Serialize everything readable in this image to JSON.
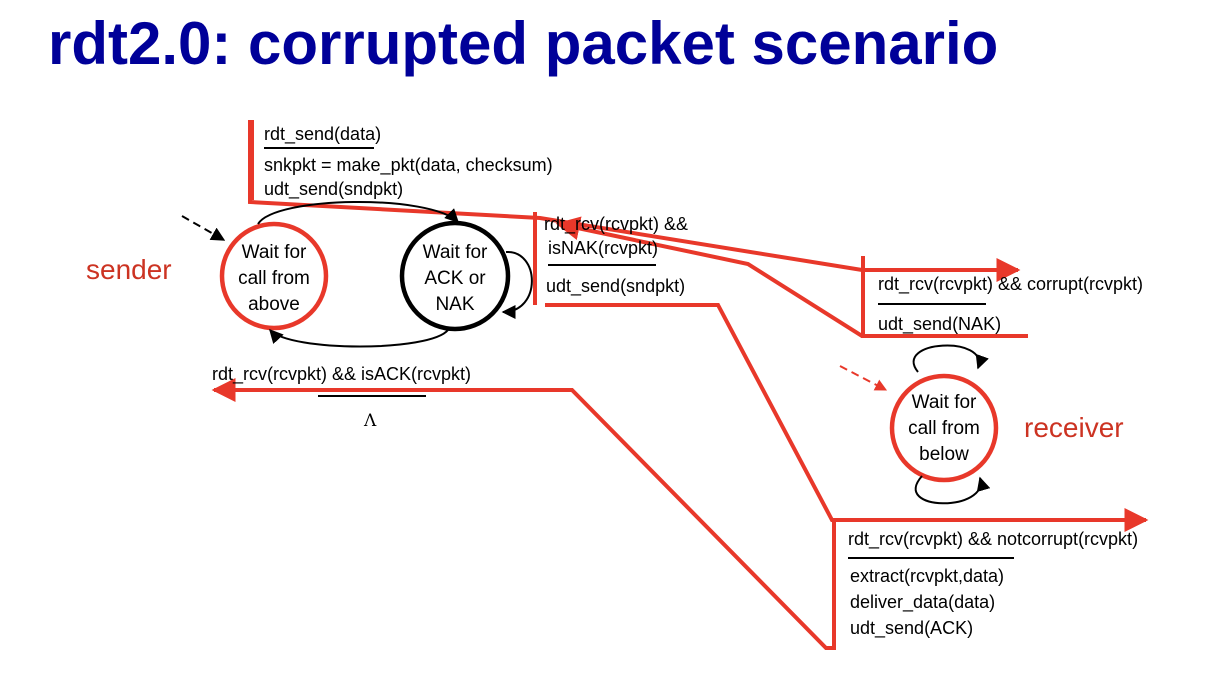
{
  "title": "rdt2.0: corrupted packet scenario",
  "colors": {
    "title": "#000099",
    "highlight": "#e8382a",
    "role_label": "#cc3322",
    "line": "#000000"
  },
  "roles": {
    "sender": "sender",
    "receiver": "receiver"
  },
  "states": {
    "sender_wait_call": [
      "Wait for",
      "call from",
      "above"
    ],
    "sender_wait_ack": [
      "Wait for",
      "ACK or",
      "NAK"
    ],
    "receiver_wait_call": [
      "Wait for",
      "call from",
      "below"
    ]
  },
  "transitions": {
    "send_data": {
      "event": "rdt_send(data)",
      "actions": [
        "snkpkt = make_pkt(data, checksum)",
        "udt_send(sndpkt)"
      ]
    },
    "nak_resend": {
      "event": [
        "rdt_rcv(rcvpkt) &&",
        "isNAK(rcvpkt)"
      ],
      "actions": [
        "udt_send(sndpkt)"
      ]
    },
    "ack_received": {
      "event": "rdt_rcv(rcvpkt) && isACK(rcvpkt)",
      "actions": [
        "Λ"
      ]
    },
    "receiver_corrupt": {
      "event": "rdt_rcv(rcvpkt) && corrupt(rcvpkt)",
      "actions": [
        "udt_send(NAK)"
      ]
    },
    "receiver_notcorrupt": {
      "event": "rdt_rcv(rcvpkt) &&  notcorrupt(rcvpkt)",
      "actions": [
        "extract(rcvpkt,data)",
        "deliver_data(data)",
        "udt_send(ACK)"
      ]
    }
  }
}
